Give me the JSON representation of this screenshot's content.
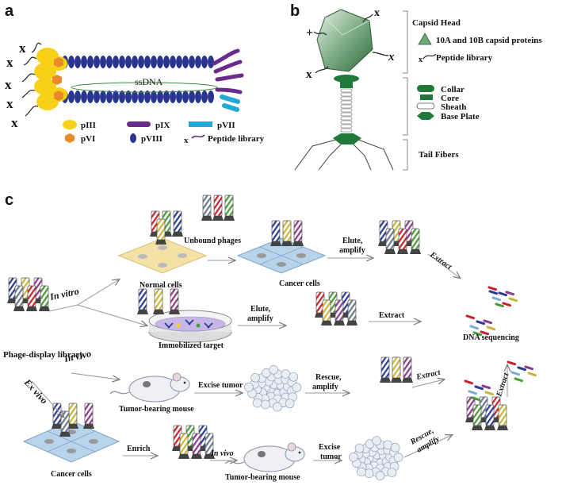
{
  "panels": {
    "a": "a",
    "b": "b",
    "c": "c"
  },
  "panel_a": {
    "ssdna": "ssDNA",
    "x_marks": [
      "x",
      "x",
      "x",
      "x",
      "x"
    ],
    "legend": {
      "piii": "pIII",
      "pix": "pIX",
      "pvii": "pVII",
      "pvi": "pVI",
      "pviii": "pVIII",
      "x": "x",
      "peptide": "Peptide library"
    },
    "colors": {
      "piii": "#f7d117",
      "pvi": "#e8892a",
      "pix": "#6a2b8c",
      "pvii": "#22a9d6",
      "pviii": "#2a3590"
    }
  },
  "panel_b": {
    "capsid_head": "Capsid Head",
    "capsid_proteins": "10A and 10B capsid proteins",
    "x": "x",
    "peptide": "Peptide library",
    "collar": "Collar",
    "core": "Core",
    "sheath": "Sheath",
    "base_plate": "Base Plate",
    "tail_fibers": "Tail Fibers",
    "plus": "+",
    "x_marks": [
      "x",
      "x",
      "x"
    ],
    "colors": {
      "green": "#1f7a3a",
      "head": "#5d9167"
    }
  },
  "panel_c": {
    "in_vitro": "In vitro",
    "in_vivo": "In vivo",
    "ex_vivo": "Ex vivo",
    "phage_library": "Phage-display library",
    "normal_cells": "Normal cells",
    "unbound": "Unbound phages",
    "cancer_cells_top": "Cancer cells",
    "elute1a": "Elute,",
    "elute1b": "amplify",
    "extract1": "Extract",
    "immobilized": "Immobilized target",
    "elute2a": "Elute,",
    "elute2b": "amplify",
    "extract2": "Extract",
    "dna_seq": "DNA sequencing",
    "tumor_mouse": "Tumor-bearing mouse",
    "excise": "Excise tumor",
    "rescue_a": "Rescue,",
    "rescue_b": "amplify",
    "extract3": "Extract",
    "extract4": "Extract",
    "cancer_cells_bottom": "Cancer cells",
    "enrich": "Enrich",
    "in_vivo2": "In vivo",
    "tumor_mouse2": "Tumor-bearing mouse",
    "excise2a": "Excise",
    "excise2b": "tumor",
    "rescue2a": "Rescue,",
    "rescue2b": "amplify"
  }
}
